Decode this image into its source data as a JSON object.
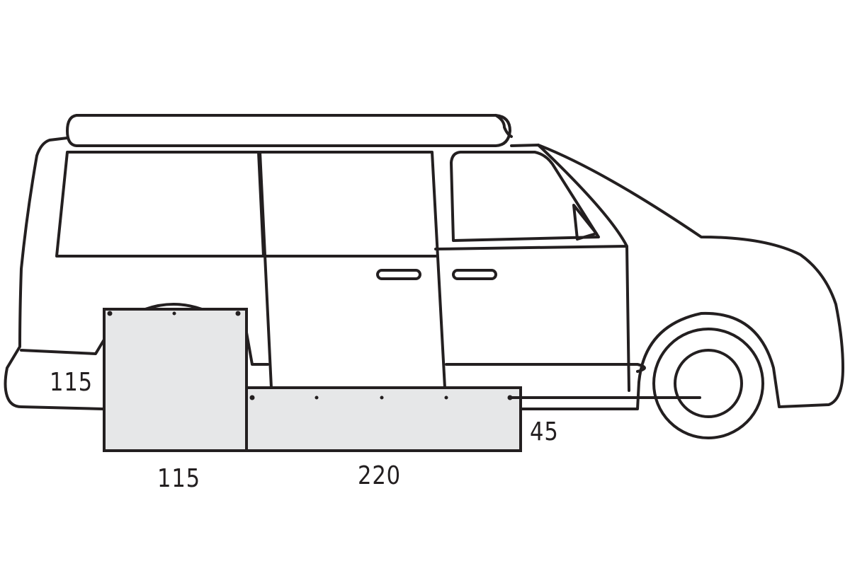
{
  "diagram": {
    "subject": "van",
    "colors": {
      "line": "#231f20",
      "box_fill": "#e6e7e8",
      "background": "#ffffff"
    },
    "dimensions": {
      "tall_box_height": "115",
      "tall_box_width": "115",
      "long_box_width": "220",
      "long_box_height": "45"
    }
  }
}
